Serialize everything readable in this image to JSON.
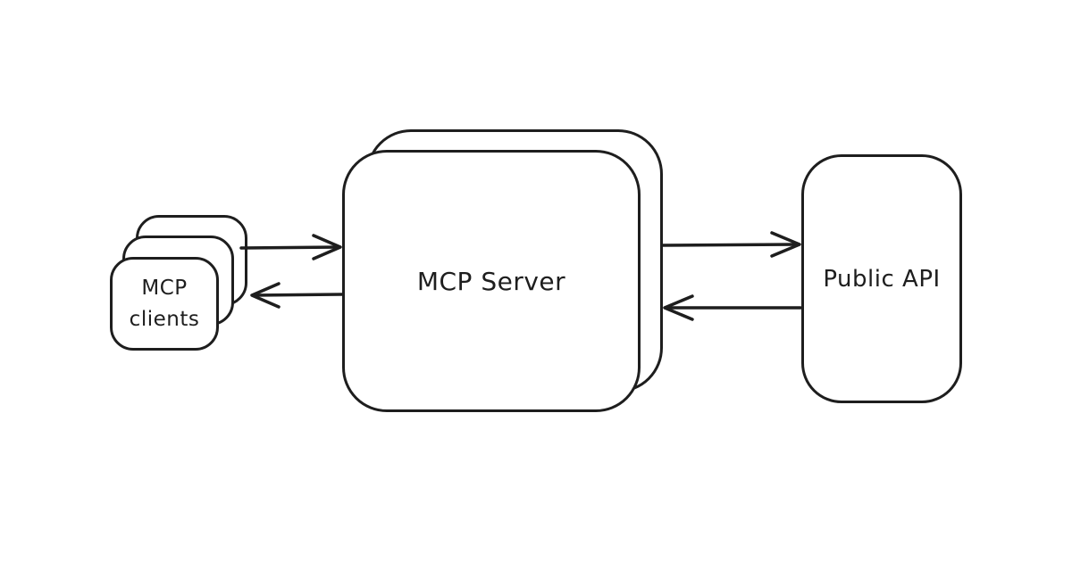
{
  "diagram": {
    "title": "MCP clients / MCP Server / Public API architecture diagram",
    "style": "hand-drawn whiteboard sketch",
    "colors": {
      "stroke": "#1e1e1e",
      "background": "#ffffff",
      "node_fill": "#ffffff"
    },
    "nodes": [
      {
        "id": "mcp-clients",
        "label": "MCP\nclients",
        "shape": "stacked-rounded-rectangle",
        "stack_count": 3
      },
      {
        "id": "mcp-server",
        "label": "MCP Server",
        "shape": "stacked-rounded-rectangle",
        "stack_count": 2
      },
      {
        "id": "public-api",
        "label": "Public API",
        "shape": "rounded-rectangle",
        "stack_count": 1
      }
    ],
    "edges": [
      {
        "from": "mcp-clients",
        "to": "mcp-server",
        "arrow": "right"
      },
      {
        "from": "mcp-server",
        "to": "mcp-clients",
        "arrow": "left"
      },
      {
        "from": "mcp-server",
        "to": "public-api",
        "arrow": "right"
      },
      {
        "from": "public-api",
        "to": "mcp-server",
        "arrow": "left"
      }
    ]
  }
}
